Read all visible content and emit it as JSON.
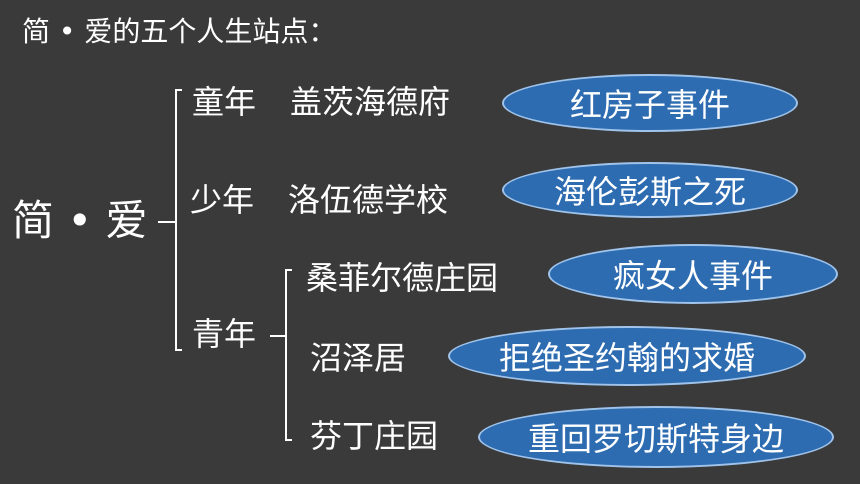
{
  "heading": "简 • 爱的五个人生站点：",
  "root": "简 • 爱",
  "stages": [
    {
      "period": "童年",
      "place": "盖茨海德府",
      "event": "红房子事件"
    },
    {
      "period": "少年",
      "place": "洛伍德学校",
      "event": "海伦彭斯之死"
    },
    {
      "period": "青年"
    }
  ],
  "youth_places": [
    {
      "place": "桑菲尔德庄园",
      "event": "疯女人事件"
    },
    {
      "place": "沼泽居",
      "event": "拒绝圣约翰的求婚"
    },
    {
      "place": "芬丁庄园",
      "event": "重回罗切斯特身边"
    }
  ],
  "colors": {
    "background": "#3a3a3a",
    "ellipse_fill": "#2e6cb1",
    "ellipse_border": "#9fc3ea",
    "text": "#ffffff"
  }
}
